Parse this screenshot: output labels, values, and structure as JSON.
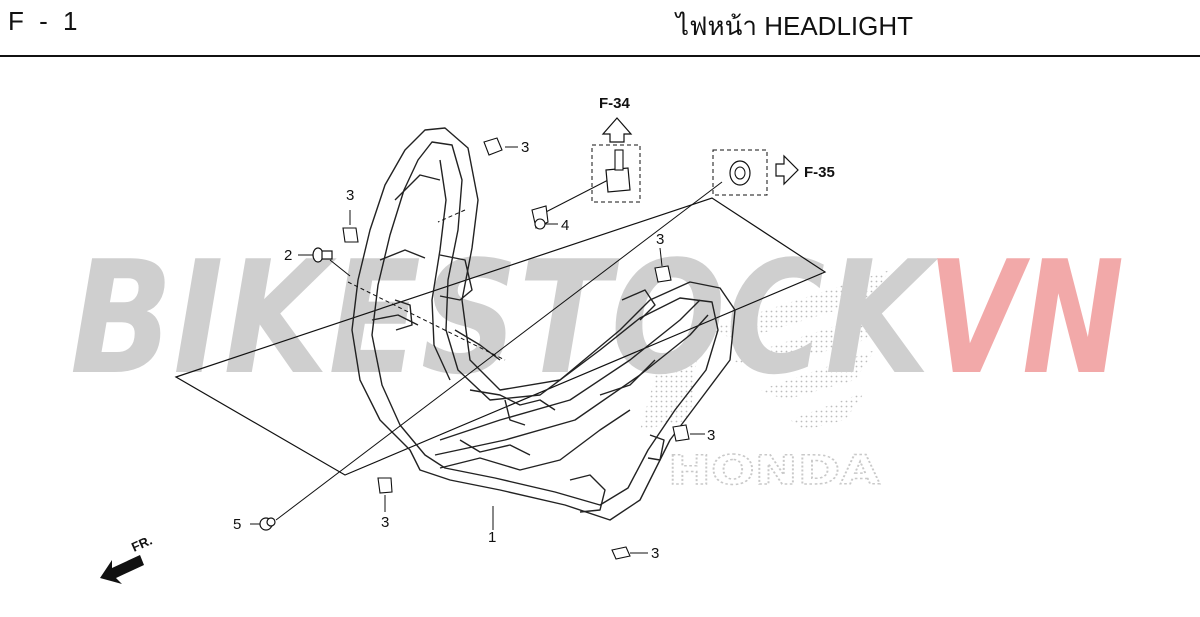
{
  "header": {
    "page_code": "F - 1",
    "title": "ไฟหน้า  HEADLIGHT"
  },
  "watermark": {
    "text_gray": "BIKESTOCK",
    "text_red": "VN",
    "brand": "HONDA",
    "color_gray": "#c8c8c8",
    "color_red": "#f2a3a3"
  },
  "references": {
    "up": "F-34",
    "right": "F-35"
  },
  "direction": {
    "label": "FR."
  },
  "callouts": [
    "1",
    "2",
    "3",
    "4",
    "5"
  ],
  "colors": {
    "line": "#111111",
    "background": "#ffffff"
  }
}
